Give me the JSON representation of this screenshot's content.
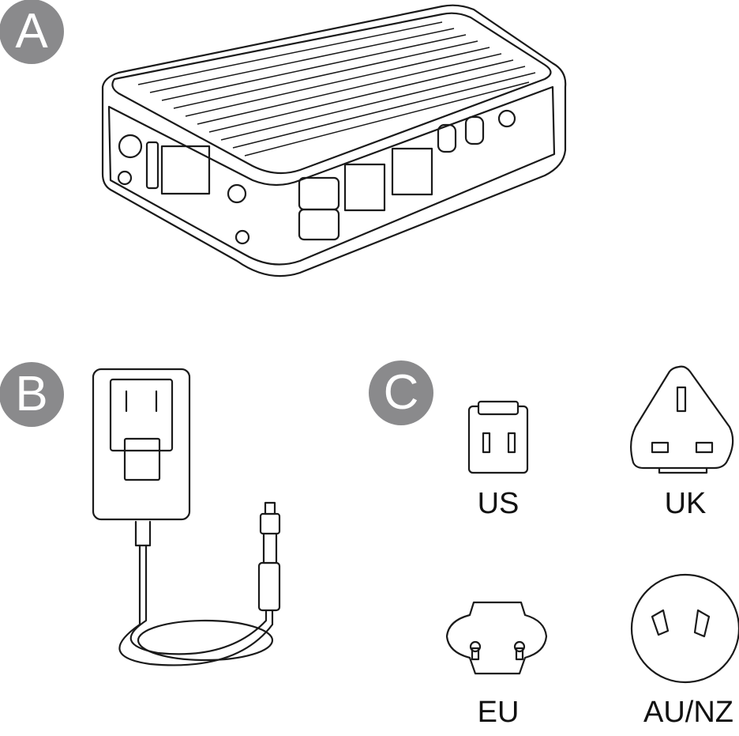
{
  "badges": {
    "a": "A",
    "b": "B",
    "c": "C"
  },
  "plugs": {
    "us": "US",
    "uk": "UK",
    "eu": "EU",
    "au_nz": "AU/NZ"
  },
  "colors": {
    "badge": "#8a8a8c",
    "line": "#1a1a1a"
  }
}
